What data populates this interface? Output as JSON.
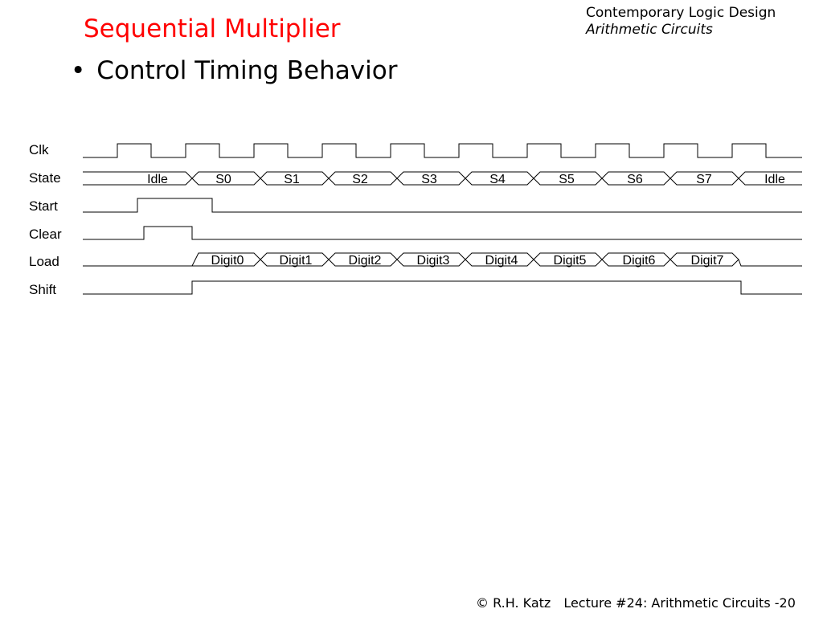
{
  "header": {
    "book": "Contemporary Logic Design",
    "chapter": "Arithmetic Circuits"
  },
  "title": "Sequential Multiplier",
  "bullet": {
    "glyph": "•",
    "text": "Control Timing Behavior"
  },
  "timing": {
    "signals": [
      {
        "id": "clk",
        "label": "Clk"
      },
      {
        "id": "state",
        "label": "State"
      },
      {
        "id": "start",
        "label": "Start"
      },
      {
        "id": "clear",
        "label": "Clear"
      },
      {
        "id": "load",
        "label": "Load"
      },
      {
        "id": "shift",
        "label": "Shift"
      }
    ],
    "state_values": [
      "Idle",
      "S0",
      "S1",
      "S2",
      "S3",
      "S4",
      "S5",
      "S6",
      "S7",
      "Idle"
    ],
    "load_values": [
      "Digit0",
      "Digit1",
      "Digit2",
      "Digit3",
      "Digit4",
      "Digit5",
      "Digit6",
      "Digit7"
    ]
  },
  "footer": {
    "copyright": "© R.H. Katz",
    "lecture": "Lecture #24: Arithmetic Circuits -20"
  }
}
